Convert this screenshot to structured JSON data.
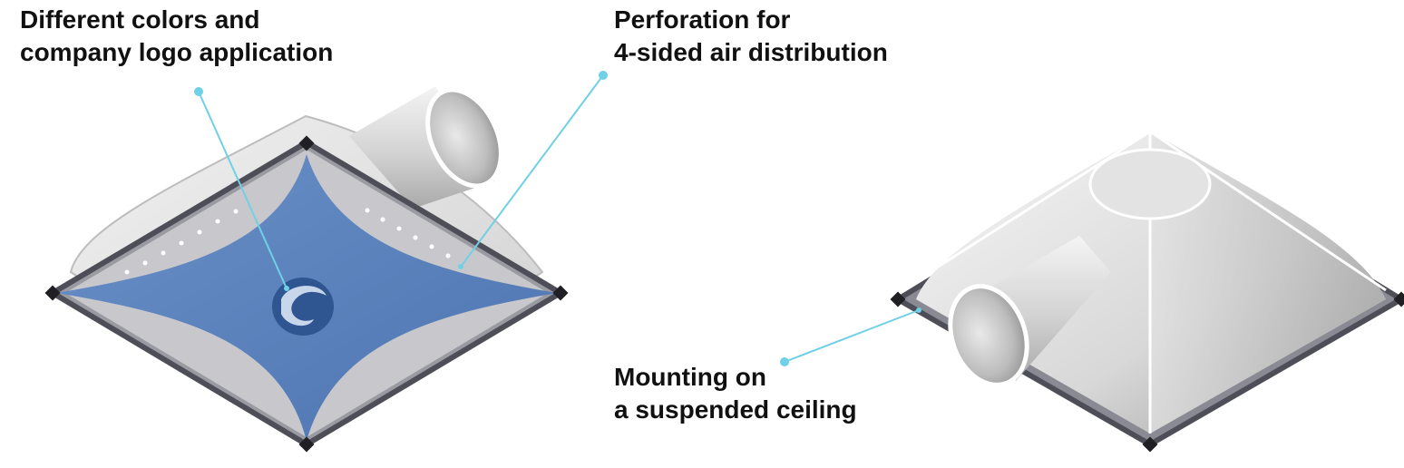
{
  "callouts": [
    {
      "id": "colors",
      "lines": [
        "Different colors and",
        "company logo application"
      ]
    },
    {
      "id": "perforation",
      "lines": [
        "Perforation for",
        "4-sided air distribution"
      ]
    },
    {
      "id": "mounting",
      "lines": [
        "Mounting on",
        "a suspended ceiling"
      ]
    }
  ],
  "colors": {
    "accent_line": "#6fd0e6",
    "fabric_blue": "#5b83be",
    "metal_light": "#e4e4e4",
    "metal_dark": "#5b5b66",
    "text": "#111111"
  }
}
